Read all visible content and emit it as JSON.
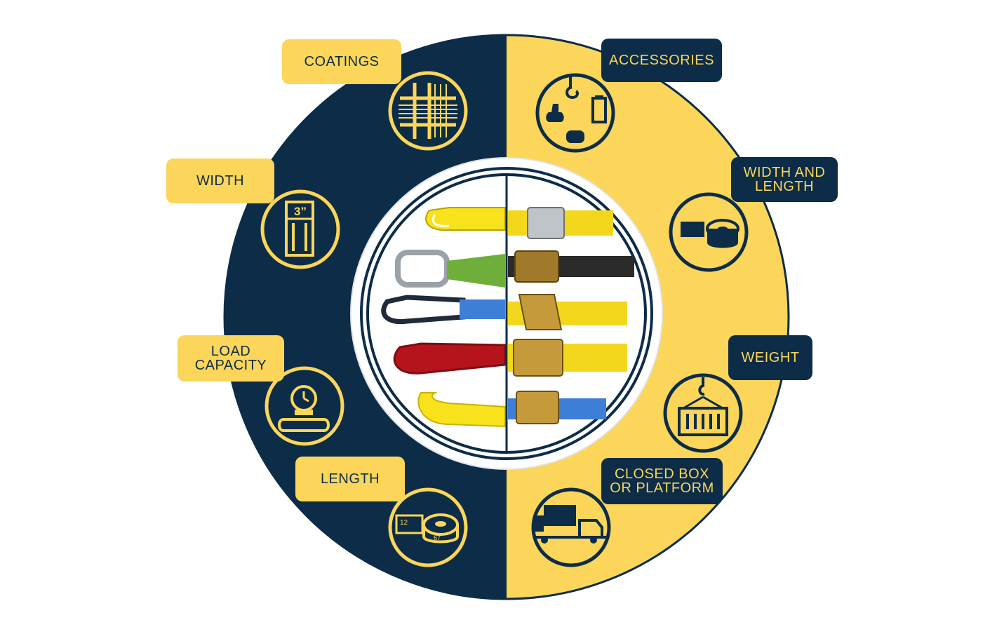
{
  "colors": {
    "navy": "#0d2c47",
    "yellow": "#fbd65a",
    "white": "#ffffff"
  },
  "left": {
    "coatings": {
      "label": "COATINGS",
      "icon": "grid-pattern-icon"
    },
    "width": {
      "label": "WIDTH",
      "icon": "3-inch-strap-icon",
      "icon_text": "3”"
    },
    "load_capacity": {
      "label_line1": "LOAD",
      "label_line2": "CAPACITY",
      "icon": "weighing-scale-icon"
    },
    "length": {
      "label": "LENGTH",
      "icon": "tape-measure-icon",
      "ruler_text": "12",
      "tape_text": "67"
    }
  },
  "right": {
    "accessories": {
      "label": "ACCESSORIES",
      "icon": "accessories-icon"
    },
    "width_and_length": {
      "label_line1": "WIDTH AND",
      "label_line2": "LENGTH",
      "icon": "tape-measure-icon"
    },
    "weight": {
      "label": "WEIGHT",
      "icon": "crane-container-icon"
    },
    "closed_box": {
      "label_line1": "CLOSED BOX",
      "label_line2": "OR PLATFORM",
      "icon": "trucks-icon"
    }
  },
  "center": {
    "image": "slings-and-ratchet-straps-photo"
  }
}
